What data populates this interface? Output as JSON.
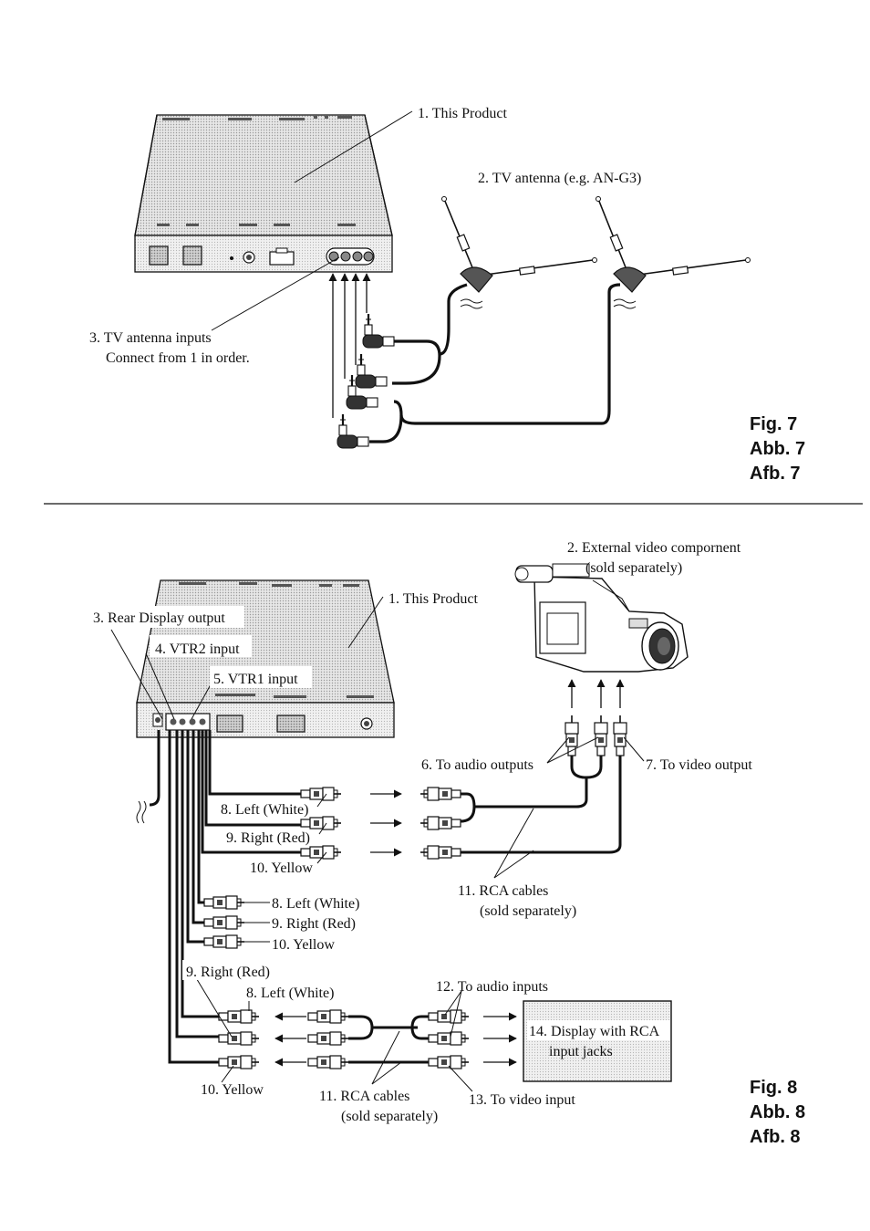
{
  "fig7": {
    "labels": {
      "product": "1. This Product",
      "antenna": "2. TV antenna (e.g. AN-G3)",
      "inputs_line1": "3. TV antenna inputs",
      "inputs_line2": "Connect from 1 in order."
    },
    "caption": [
      "Fig. 7",
      "Abb. 7",
      "Afb. 7"
    ]
  },
  "fig8": {
    "labels": {
      "external_line1": "2. External video compornent",
      "external_line2": "(sold separately)",
      "product": "1. This Product",
      "rear_display": "3. Rear Display output",
      "vtr2": "4. VTR2 input",
      "vtr1": "5. VTR1 input",
      "audio_outputs": "6. To audio outputs",
      "video_output": "7. To video output",
      "left_white_a": "8. Left (White)",
      "right_red_a": "9. Right (Red)",
      "yellow_a": "10. Yellow",
      "rca_a_line1": "11. RCA cables",
      "rca_a_line2": "(sold separately)",
      "left_white_b": "8. Left (White)",
      "right_red_b": "9. Right (Red)",
      "yellow_b": "10. Yellow",
      "right_red_c": "9. Right (Red)",
      "left_white_c": "8. Left (White)",
      "audio_inputs": "12. To audio inputs",
      "display_line1": "14. Display with RCA",
      "display_line2": "input jacks",
      "yellow_c": "10. Yellow",
      "rca_b_line1": "11. RCA cables",
      "rca_b_line2": "(sold separately)",
      "video_input": "13. To video input"
    },
    "caption": [
      "Fig. 8",
      "Abb. 8",
      "Afb. 8"
    ]
  }
}
